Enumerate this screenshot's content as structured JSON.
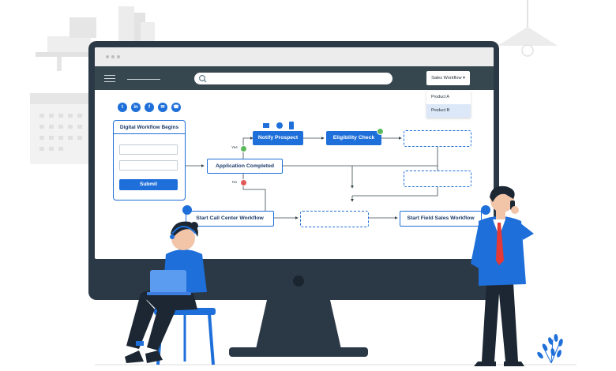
{
  "toolbar": {
    "dropdown_label": "Sales Workflow ▾",
    "menu_items": [
      "Product A",
      "Product B"
    ]
  },
  "social_icons": [
    "twitter-icon",
    "linkedin-icon",
    "facebook-icon",
    "email-icon",
    "phone-icon"
  ],
  "form": {
    "title": "Digital Workflow Begins",
    "submit_label": "Submit"
  },
  "workflow": {
    "application_completed": "Application Completed",
    "notify_prospect": "Notify Prospect",
    "eligibility_check": "Eligibility Check",
    "call_center": "Start Call Center Workflow",
    "field_sales": "Start Field Sales Workflow",
    "yes_label": "Yes",
    "no_label": "No"
  },
  "colors": {
    "accent": "#1e6fd9",
    "app_bar": "#37474f",
    "monitor": "#2b3947",
    "yes": "#5cb85c",
    "no": "#e05a5a"
  }
}
